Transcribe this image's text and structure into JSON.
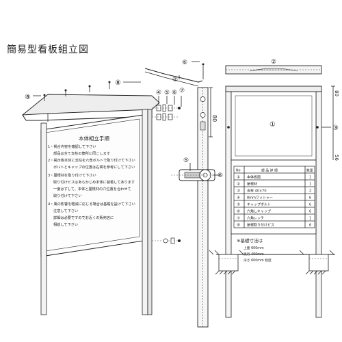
{
  "title": "簡易型看板組立図",
  "instructions": {
    "heading": "本体組立手順",
    "lines": [
      "1・掲合内容を確認して下さい",
      "部品は全て支柱の箇所に同こします",
      "2・掲示板本体に支柱を六角ボルトで取り付けて下さい",
      "ボルトとキャップの位置は右図を参考にして下さい",
      "",
      "3・屋根材を取り付けて下さい",
      "取り付けビスはあらかじめ本体に装着してあります",
      "一度はずして、本体と屋根材の穴位置を合わせて",
      "取り付けて下さい",
      "",
      "4・風の影響を軽減に応じる場合は基礎を設けて下さい",
      "注意して下さい",
      "詳細は必要ですのでお近くの販売店に",
      "相談して下さい"
    ]
  },
  "callouts": {
    "c1": "①",
    "c2": "②",
    "c3": "③",
    "c4": "④",
    "c5": "⑤",
    "c6": "⑥",
    "c7": "⑦",
    "c8": "⑧"
  },
  "dimensions": {
    "side_80": "80",
    "right_top": "80",
    "right_bottom": "56"
  },
  "parts_table": {
    "headers": [
      "No",
      "部 品 詳 細",
      "数量"
    ],
    "rows": [
      {
        "no": "①",
        "name": "本体板面",
        "qty": "1"
      },
      {
        "no": "②",
        "name": "屋根材",
        "qty": "1"
      },
      {
        "no": "③",
        "name": "支柱 40×70",
        "qty": "2"
      },
      {
        "no": "④",
        "name": "8mmワッシャー",
        "qty": "6"
      },
      {
        "no": "⑤",
        "name": "キャップボルト",
        "qty": "6"
      },
      {
        "no": "⑥",
        "name": "六角しキャップ",
        "qty": "6"
      },
      {
        "no": "⑦",
        "name": "六角レンチ",
        "qty": "1"
      },
      {
        "no": "⑧",
        "name": "屋根取り付けビス",
        "qty": "6"
      }
    ]
  },
  "foundation_note": {
    "heading": "※基礎寸法は",
    "lines": [
      "上面 600mm",
      "奥行 400mm",
      "深さ 600mm 程度"
    ]
  }
}
